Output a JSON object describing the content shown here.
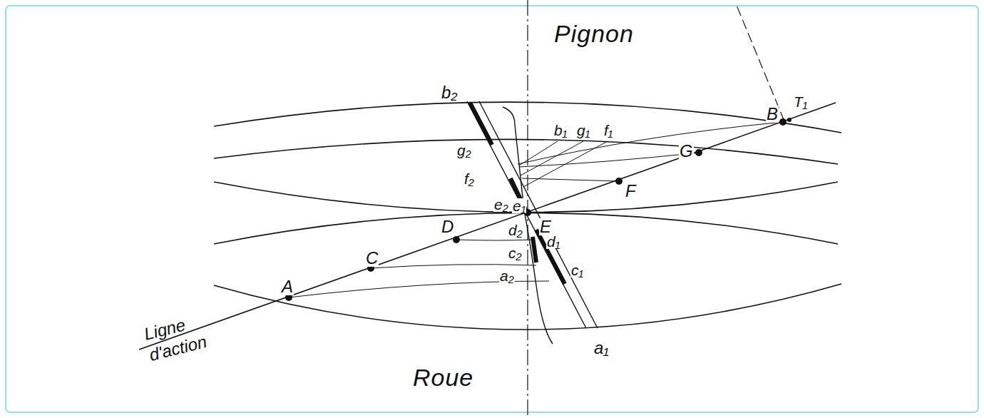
{
  "diagram": {
    "labels": [
      "Pignon",
      "b₂",
      "b₁",
      "g₁",
      "f₁",
      "B",
      "T₁",
      "g₂",
      "G",
      "F",
      "f₂",
      "e₂",
      "e₁",
      "E",
      "D",
      "d₂",
      "d₁",
      "c₂",
      "C",
      "a₂",
      "c₁",
      "A",
      "Ligne d'action",
      "a₁",
      "Roue"
    ]
  }
}
